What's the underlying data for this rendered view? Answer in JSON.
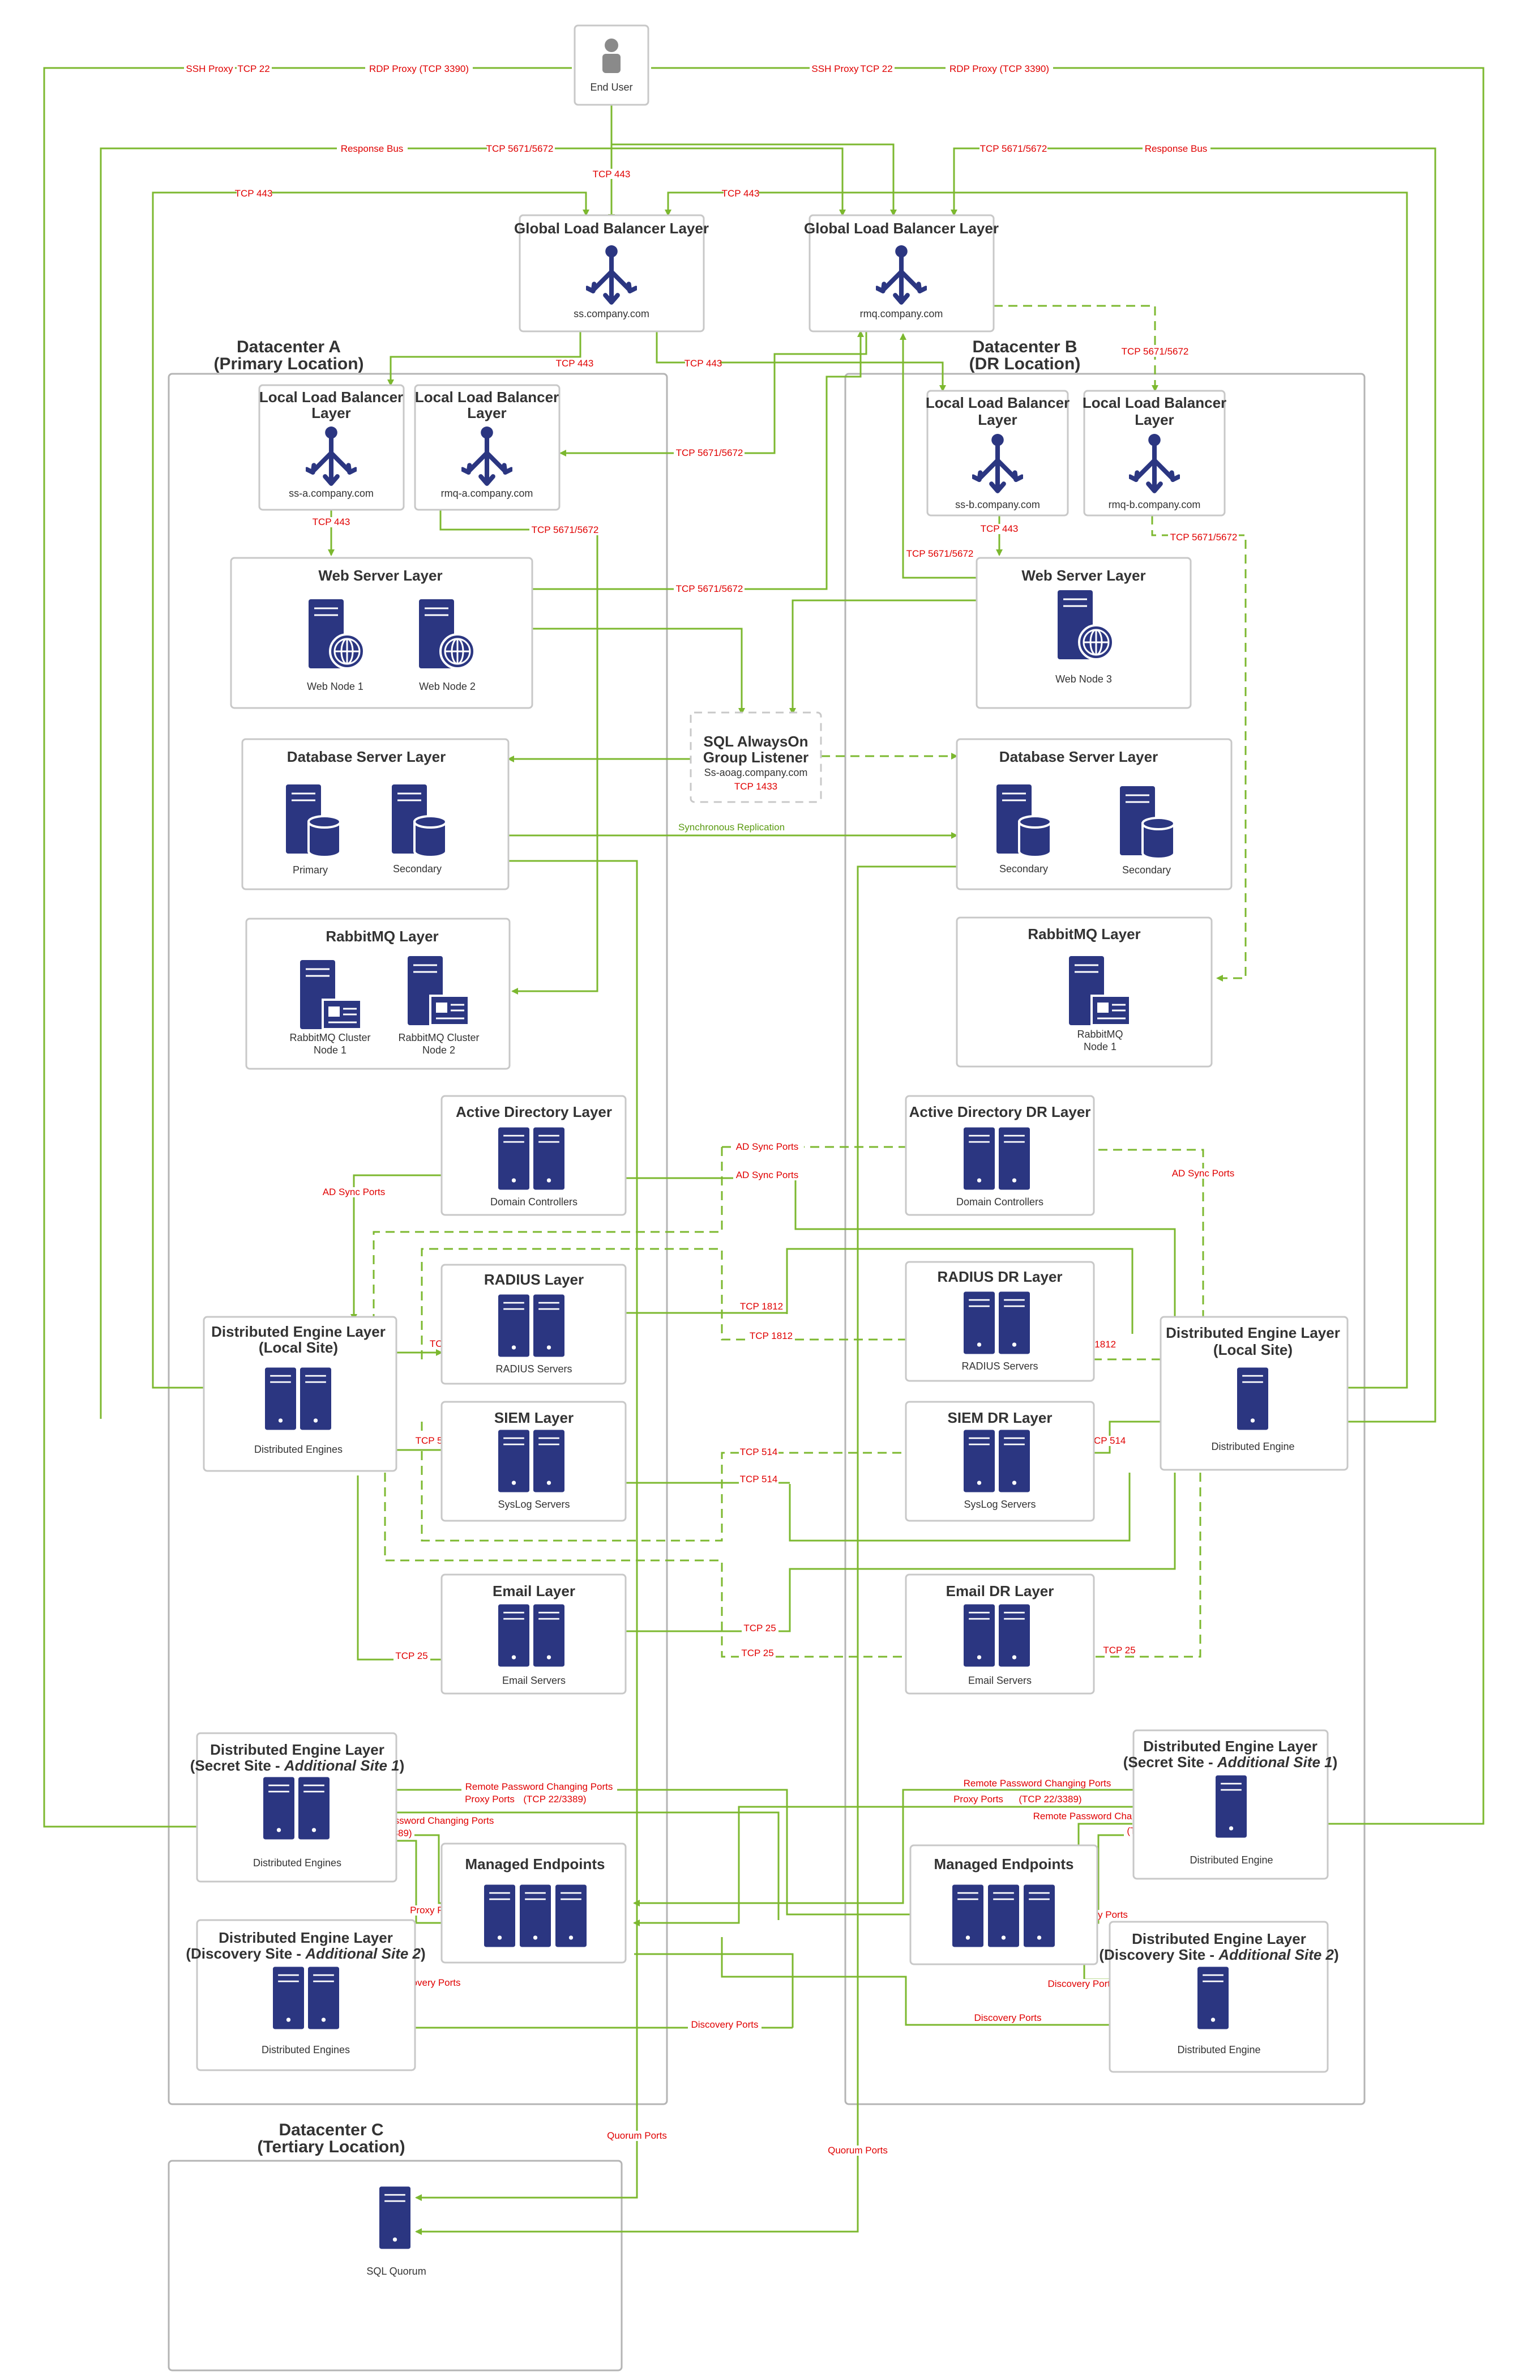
{
  "end_user": "End User",
  "dc": {
    "a_line1": "Datacenter A",
    "a_line2": "(Primary Location)",
    "b_line1": "Datacenter B",
    "b_line2": "(DR Location)",
    "c_line1": "Datacenter C",
    "c_line2": "(Tertiary Location)"
  },
  "glb": {
    "title": "Global Load Balancer Layer",
    "ss": "ss.company.com",
    "rmq": "rmq.company.com"
  },
  "llb": {
    "title1": "Local Load Balancer",
    "title2": "Layer",
    "ss_a": "ss-a.company.com",
    "rmq_a": "rmq-a.company.com",
    "ss_b": "ss-b.company.com",
    "rmq_b": "rmq-b.company.com"
  },
  "web": {
    "title": "Web Server Layer",
    "node1": "Web Node 1",
    "node2": "Web Node 2",
    "node3": "Web Node 3"
  },
  "sql": {
    "line1": "SQL AlwaysOn",
    "line2": "Group Listener",
    "line3": "Ss-aoag.company.com",
    "port": "TCP 1433"
  },
  "db": {
    "title": "Database Server Layer",
    "primary": "Primary",
    "secondary": "Secondary"
  },
  "rmq": {
    "title": "RabbitMQ Layer",
    "node1a": "RabbitMQ Cluster",
    "node1b": "Node 1",
    "node2a": "RabbitMQ Cluster",
    "node2b": "Node 2",
    "b1a": "RabbitMQ",
    "b1b": "Node 1"
  },
  "ad": {
    "title": "Active Directory Layer",
    "dr_title": "Active Directory DR Layer",
    "sub": "Domain Controllers"
  },
  "radius": {
    "title": "RADIUS Layer",
    "dr_title": "RADIUS DR Layer",
    "sub": "RADIUS Servers"
  },
  "siem": {
    "title": "SIEM Layer",
    "dr_title": "SIEM DR Layer",
    "sub": "SysLog Servers"
  },
  "email": {
    "title": "Email Layer",
    "dr_title": "Email DR Layer",
    "sub": "Email Servers"
  },
  "de": {
    "title": "Distributed Engine Layer",
    "local": "(Local Site)",
    "a_sub": "Distributed Engines",
    "b_sub": "Distributed Engine",
    "secret_prefix": "(Secret Site - ",
    "secret_italic": "Additional Site 1",
    "discovery_prefix": "(Discovery Site - ",
    "discovery_italic": "Additional Site 2",
    "close": ")"
  },
  "managed": {
    "title": "Managed Endpoints"
  },
  "quorum": {
    "sub": "SQL Quorum"
  },
  "labels": {
    "ssh_proxy": "SSH Proxy",
    "tcp22": "TCP 22",
    "rdp_proxy": "RDP Proxy (TCP 3390)",
    "response_bus": "Response Bus",
    "tcp5671": "TCP 5671/5672",
    "tcp443": "TCP 443",
    "sync_rep": "Synchronous Replication",
    "ad_sync": "AD Sync Ports",
    "tcp1812": "TCP 1812",
    "tcp514": "TCP 514",
    "tcp25": "TCP 25",
    "rpc_ports": "Remote Password Changing Ports",
    "proxy_ports": "Proxy Ports",
    "tcp22_3389": "(TCP 22/3389)",
    "discovery_ports": "Discovery Ports",
    "quorum_ports": "Quorum Ports"
  },
  "colors": {
    "line": "#7cb82f",
    "label": "#e00000",
    "server": "#2b3681"
  }
}
